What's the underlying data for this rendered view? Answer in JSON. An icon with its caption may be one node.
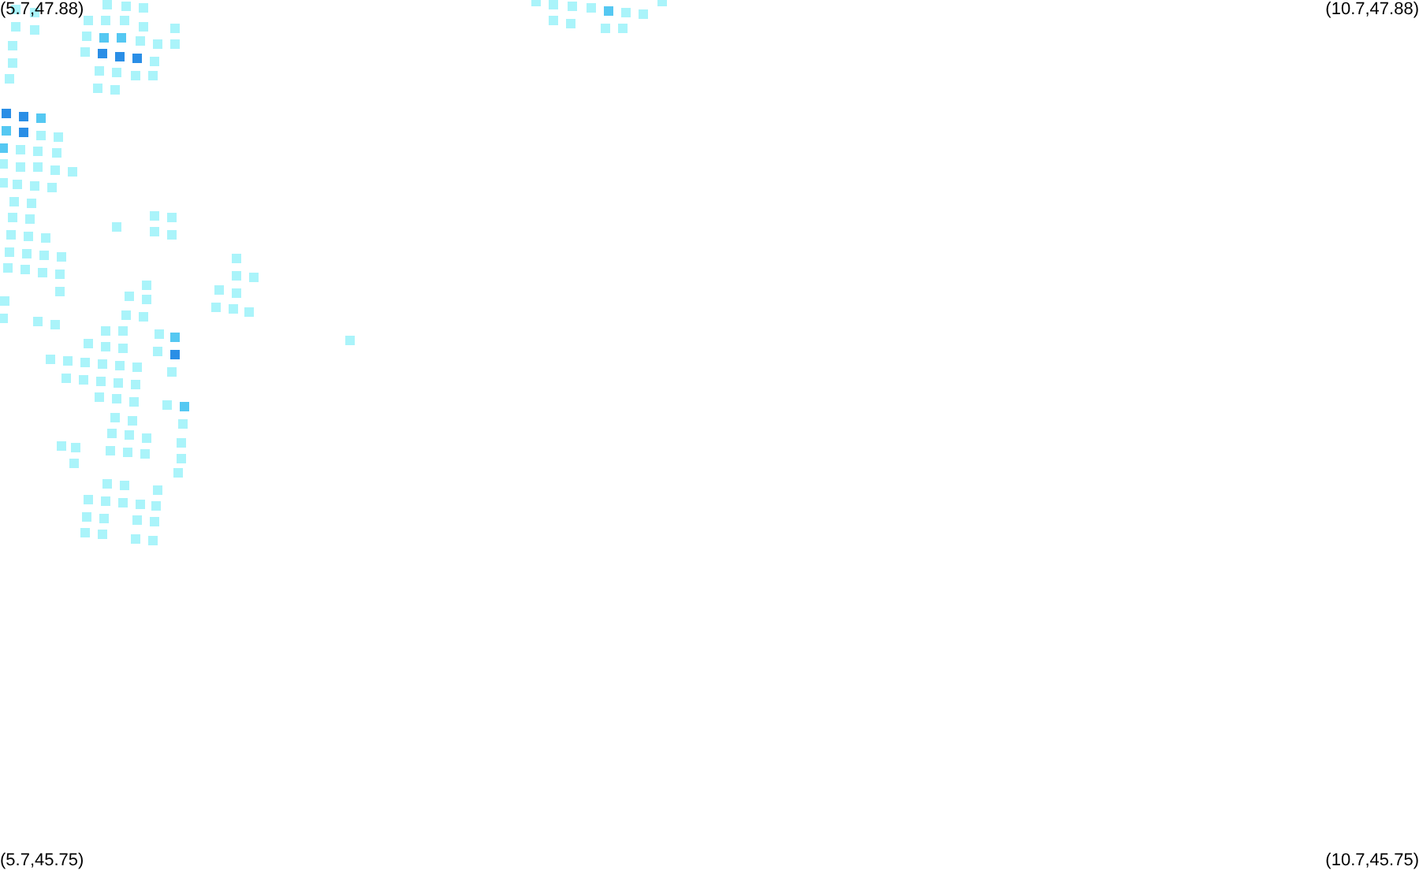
{
  "diagram": {
    "labels": [
      "(5.7,47.88)",
      "(10.7,47.88)",
      "(5.7,45.75)",
      "(10.7,45.75)"
    ]
  }
}
